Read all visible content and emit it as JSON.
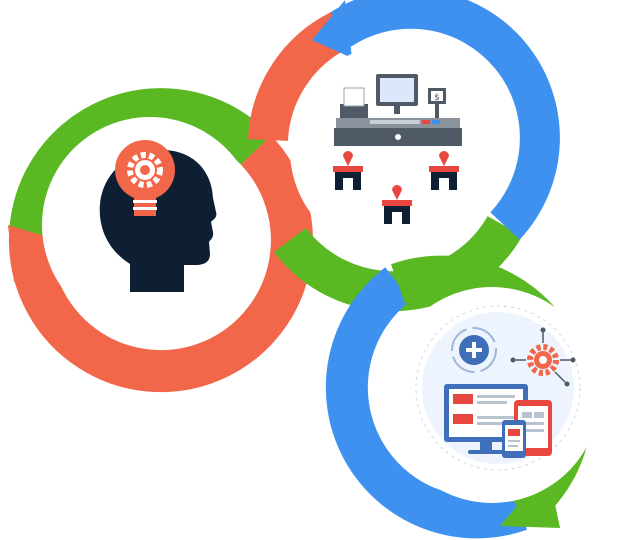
{
  "diagram": {
    "type": "connected-cycle",
    "nodes": [
      {
        "name": "ideation",
        "icon": "head-gear-bulb-icon"
      },
      {
        "name": "retail-operations",
        "icon": "pos-stores-icon"
      },
      {
        "name": "digital-solutions",
        "icon": "devices-gear-plus-icon"
      }
    ],
    "text": {
      "register_symbol": "$"
    }
  },
  "colors": {
    "green": "#5ab823",
    "orange": "#f2664a",
    "blue": "#3f91ef",
    "navy": "#0f1f33",
    "red": "#e8473f",
    "slate": "#4f5a66",
    "light_blue": "#dbe8fb",
    "background": "#ffffff"
  }
}
